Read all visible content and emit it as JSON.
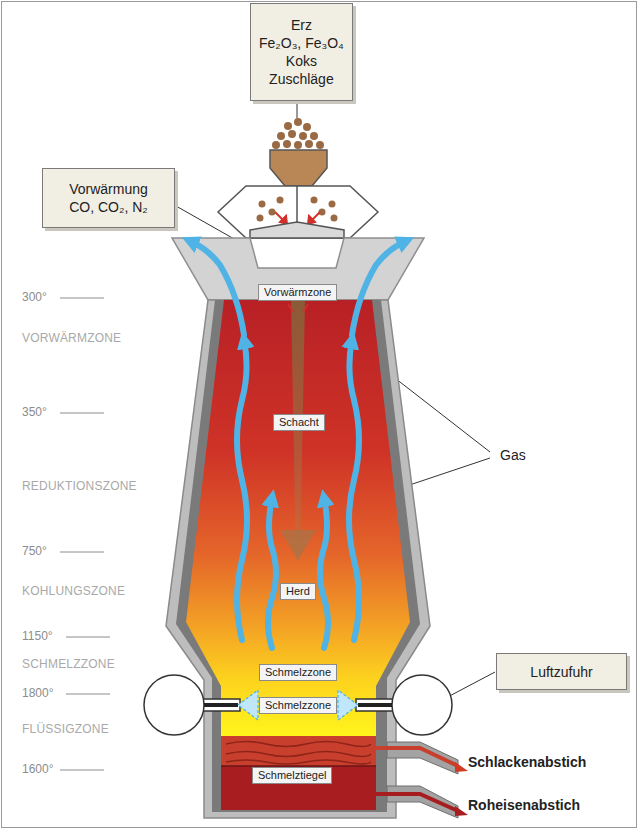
{
  "diagram": {
    "nodes": [
      {
        "text": [
          "Erz",
          "Fe₂O₃, Fe₃O₄",
          "Koks",
          "Zuschläge"
        ]
      },
      {
        "text": [
          "Vorwärmung",
          "CO, CO₂, N₂"
        ]
      },
      {
        "text": [
          "Vorwärmzone"
        ]
      },
      {
        "text": [
          "Schacht"
        ]
      },
      {
        "text": [
          "Herd"
        ]
      },
      {
        "text": [
          "Schmelzzone"
        ]
      },
      {
        "text": [
          "Schmelzzone"
        ]
      },
      {
        "text": [
          "Luftzufuhr"
        ]
      },
      {
        "text": [
          "Schmelztiegel"
        ]
      }
    ],
    "labels": [
      "300°",
      "VORWÄRMZONE",
      "350°",
      "Gas",
      "REDUKTIONSZONE",
      "750°",
      "KOHLUNGSZONE",
      "1150°",
      "SCHMELZZONE",
      "1800°",
      "FLÜSSIGZONE",
      "Schlackenabstich",
      "1600°",
      "Roheisenabstich"
    ]
  }
}
